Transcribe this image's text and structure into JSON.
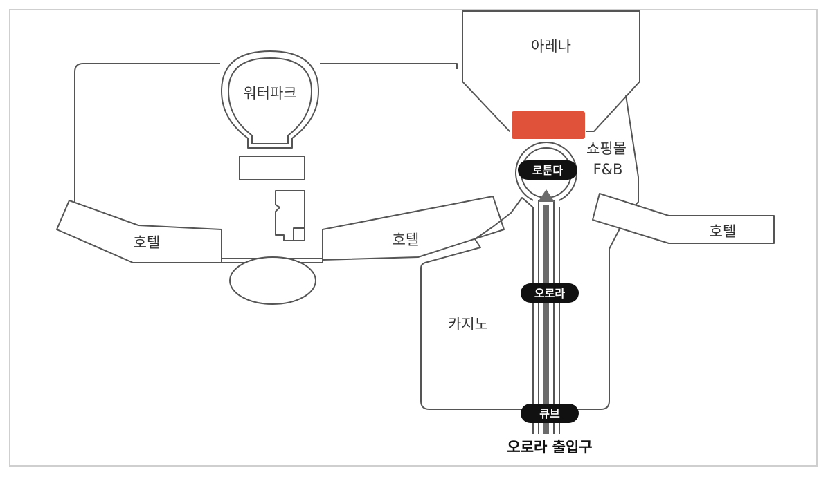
{
  "map": {
    "labels": {
      "arena": "아레나",
      "waterpark": "워터파크",
      "shopping_mall": "쇼핑몰",
      "fnb": "F&B",
      "hotel_left": "호텔",
      "hotel_center": "호텔",
      "hotel_right": "호텔",
      "casino": "카지노"
    },
    "route_labels": {
      "rotunda": "로툰다",
      "aurora": "오로라",
      "cube": "큐브"
    },
    "entrance": "오로라 출입구",
    "colors": {
      "highlight": "#e0523a",
      "route": "#6b6b6b",
      "pill": "#111111",
      "outline": "#555555"
    }
  }
}
